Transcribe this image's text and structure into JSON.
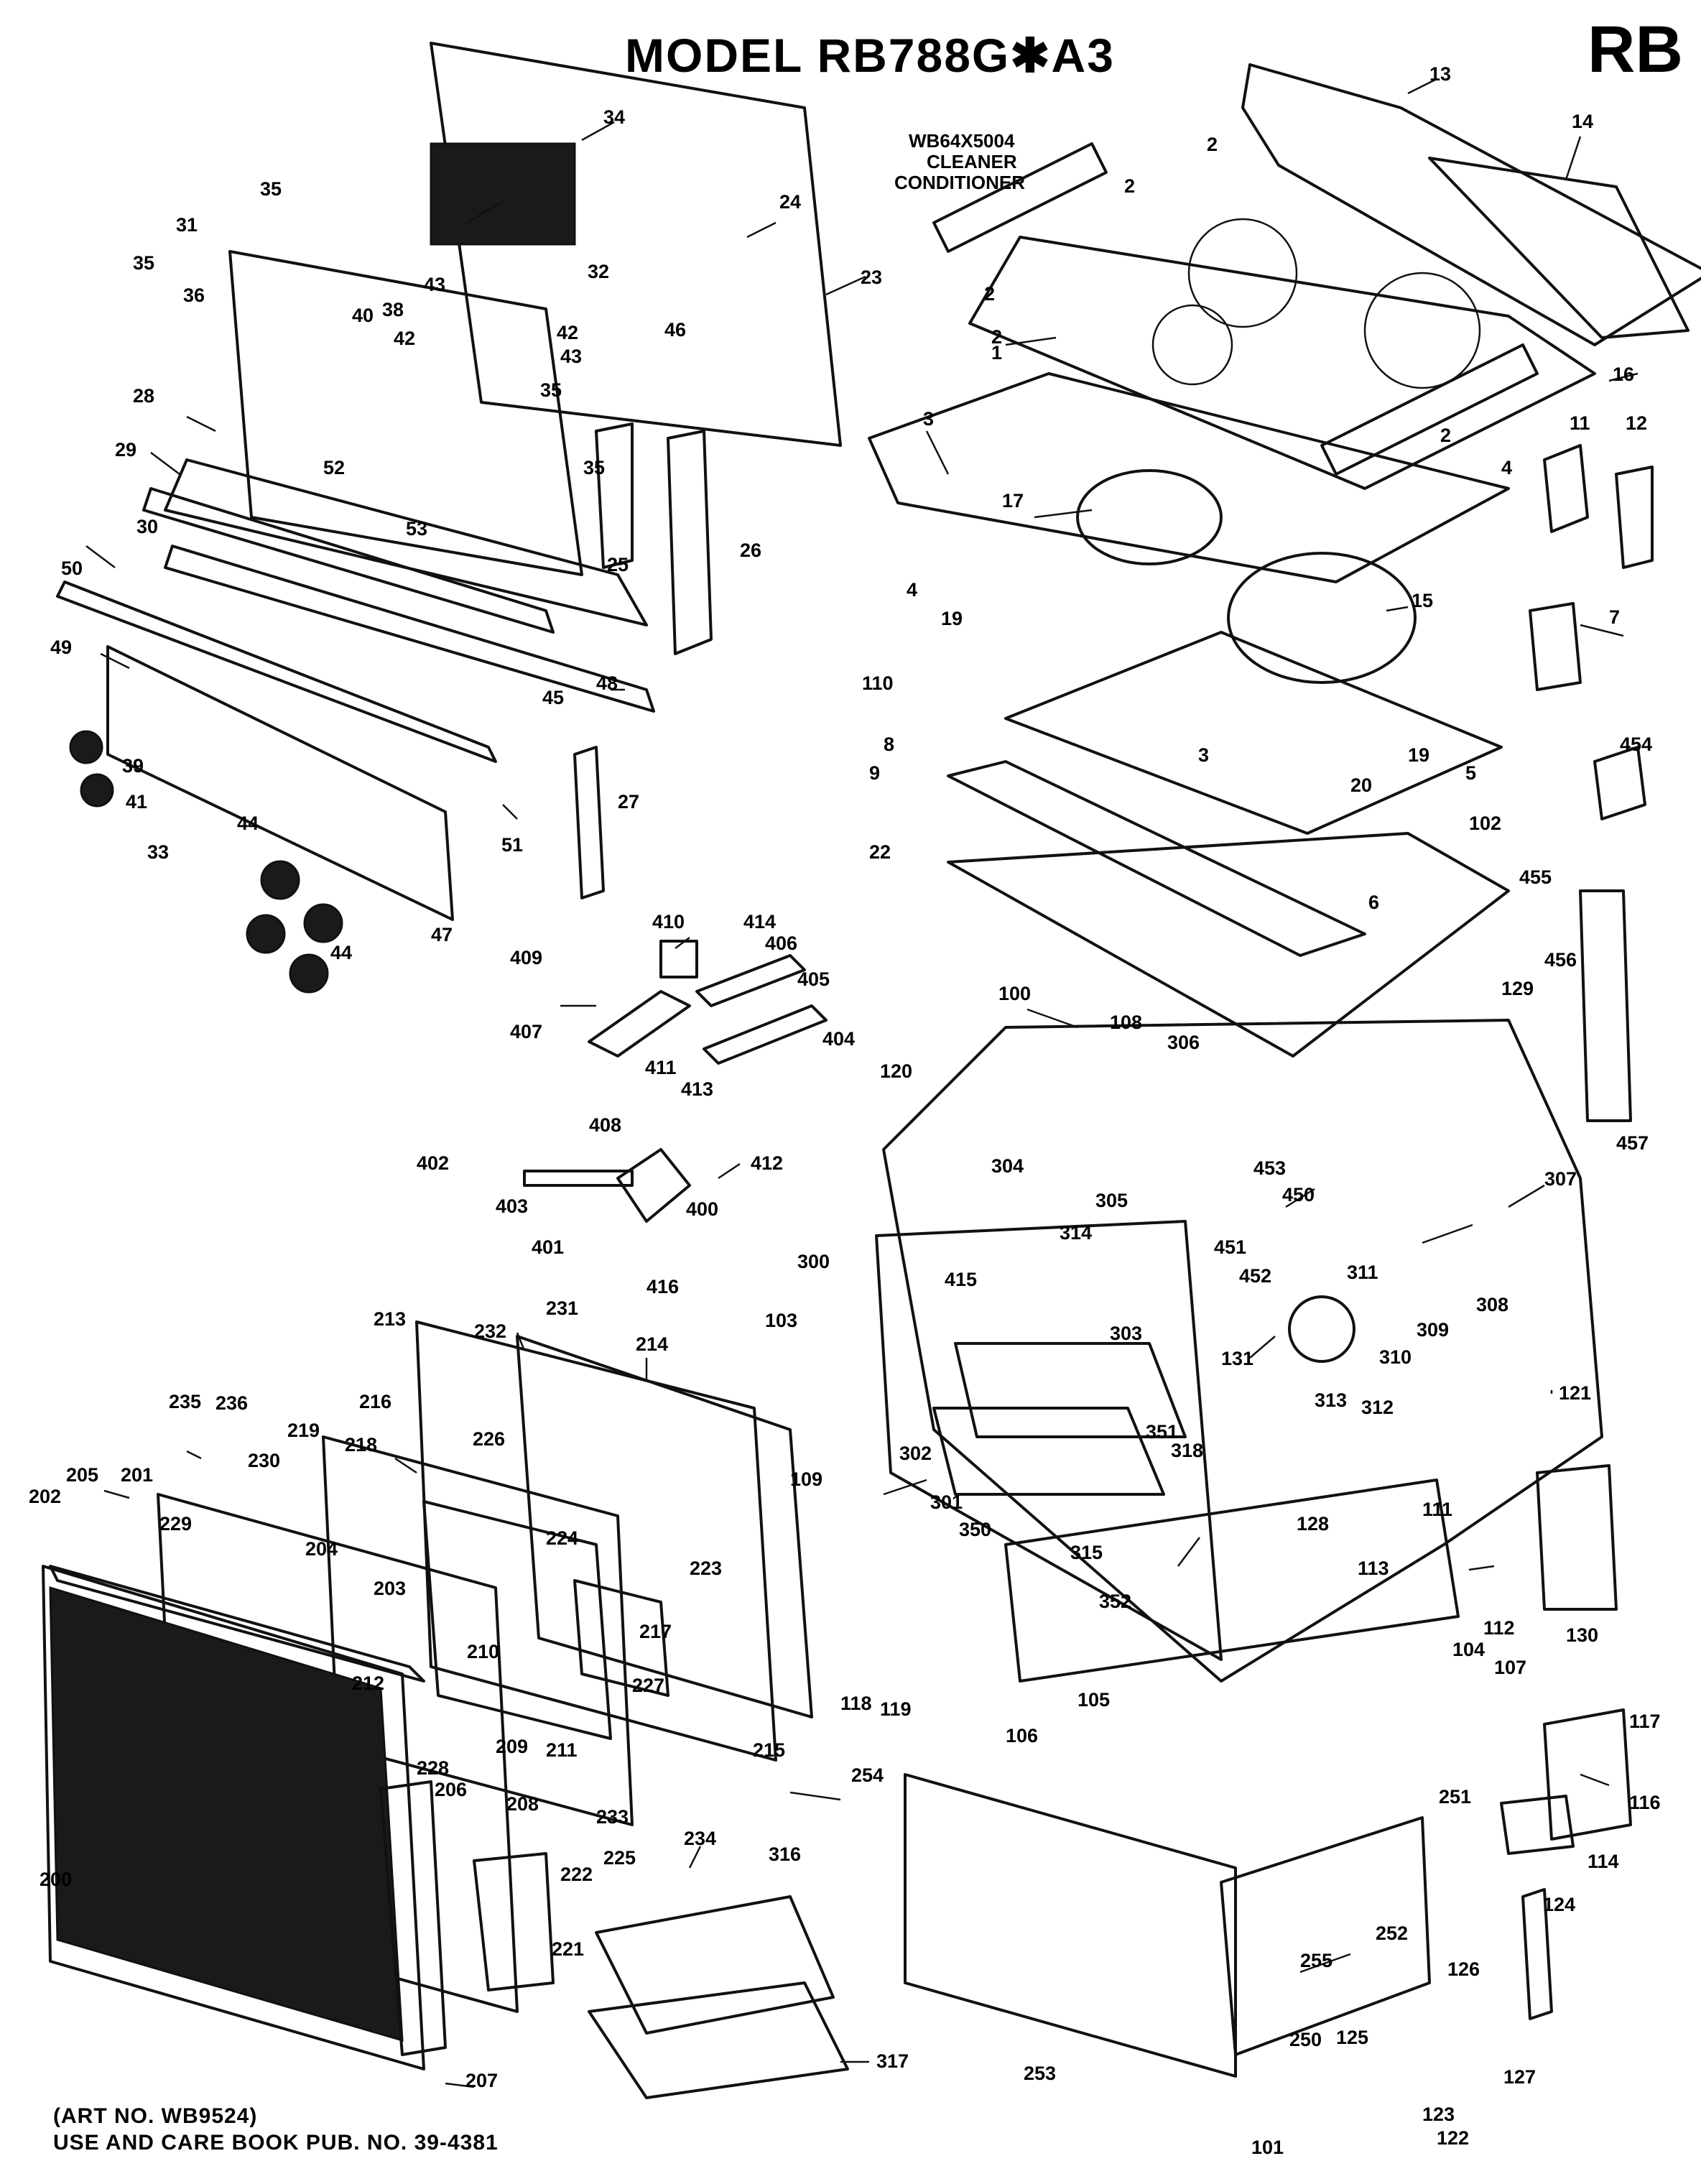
{
  "header": {
    "title": "MODEL RB788G✱A3",
    "code": "RB"
  },
  "note": {
    "line1": "WB64X5004",
    "line2": "CLEANER",
    "line3": "CONDITIONER"
  },
  "footer": {
    "line1": "(ART NO. WB9524)",
    "line2": "USE AND CARE BOOK PUB. NO. 39-4381"
  },
  "labels": [
    "13",
    "14",
    "2",
    "2",
    "2",
    "2",
    "2",
    "1",
    "16",
    "3",
    "4",
    "4",
    "11",
    "12",
    "17",
    "15",
    "7",
    "19",
    "19",
    "3",
    "5",
    "20",
    "110",
    "8",
    "9",
    "22",
    "6",
    "102",
    "454",
    "455",
    "456",
    "457",
    "129",
    "100",
    "108",
    "306",
    "120",
    "304",
    "305",
    "453",
    "450",
    "314",
    "451",
    "452",
    "307",
    "311",
    "308",
    "309",
    "310",
    "313",
    "312",
    "121",
    "300",
    "415",
    "303",
    "103",
    "131",
    "351",
    "302",
    "301",
    "318",
    "350",
    "315",
    "352",
    "128",
    "109",
    "111",
    "113",
    "112",
    "130",
    "118",
    "119",
    "106",
    "105",
    "104",
    "107",
    "117",
    "116",
    "114",
    "251",
    "254",
    "255",
    "252",
    "124",
    "126",
    "125",
    "127",
    "250",
    "253",
    "123",
    "122",
    "101",
    "34",
    "35",
    "38",
    "40",
    "31",
    "35",
    "36",
    "32",
    "24",
    "23",
    "43",
    "42",
    "42",
    "43",
    "46",
    "28",
    "35",
    "35",
    "29",
    "52",
    "53",
    "25",
    "26",
    "30",
    "50",
    "49",
    "45",
    "48",
    "39",
    "41",
    "51",
    "27",
    "33",
    "44",
    "44",
    "47",
    "410",
    "414",
    "406",
    "409",
    "405",
    "404",
    "407",
    "411",
    "413",
    "408",
    "412",
    "402",
    "403",
    "401",
    "400",
    "416",
    "213",
    "232",
    "231",
    "214",
    "216",
    "218",
    "226",
    "235",
    "236",
    "219",
    "230",
    "205",
    "201",
    "202",
    "229",
    "204",
    "224",
    "223",
    "203",
    "217",
    "210",
    "227",
    "212",
    "209",
    "211",
    "228",
    "206",
    "208",
    "233",
    "215",
    "234",
    "200",
    "222",
    "225",
    "221",
    "316",
    "207",
    "317"
  ]
}
